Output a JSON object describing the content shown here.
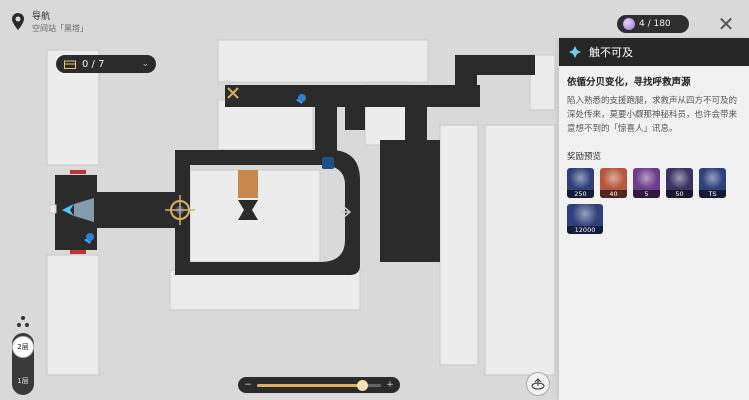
{
  "nav": {
    "title": "导航",
    "location": "空间站「黑塔」"
  },
  "chest_counter": {
    "icon": "treasure-chest-icon",
    "value": "0 / 7"
  },
  "stamina": {
    "icon": "trailblaze-power-icon",
    "value": "4 / 180"
  },
  "quest_panel": {
    "title": "触不可及",
    "subtitle": "依循分贝变化，寻找呼救声源",
    "description": "陷入熟悉的支援跑腿，求救声从四方不可及的深处传来，莫要小觑那神秘科员，也许会带来意想不到的「惊喜人」讯息。",
    "rewards_title": "奖励预览",
    "rewards": [
      {
        "icon": "trailblaze-exp-icon",
        "qty": "250",
        "color": "#2e3f7a"
      },
      {
        "icon": "stellar-jade-icon",
        "qty": "40",
        "color": "#b5573c"
      },
      {
        "icon": "adventure-log-icon",
        "qty": "5",
        "color": "#6a3d8a"
      },
      {
        "icon": "refined-aether-icon",
        "qty": "50",
        "color": "#3a3260"
      },
      {
        "icon": "travel-encounters-icon",
        "qty": "TS",
        "color": "#2e3f7a"
      },
      {
        "icon": "credit-icon",
        "qty": "12000",
        "color": "#2e3f7a"
      }
    ]
  },
  "floors": {
    "active": "2层",
    "other": "1层"
  },
  "zoom": {
    "minus": "−",
    "plus": "+",
    "level": 0.85
  },
  "colors": {
    "accent": "#d8b062",
    "panel_header": "#262626",
    "path": "#2b2b2b"
  }
}
